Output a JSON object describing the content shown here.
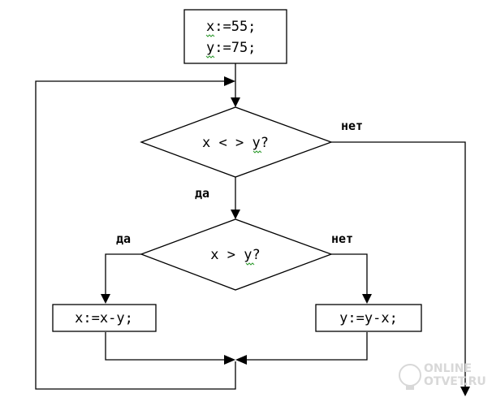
{
  "flowchart": {
    "init": {
      "line1": "x:=55;",
      "line2": "y:=75;"
    },
    "decision_main": {
      "text": "x < > y?",
      "yes_label": "да",
      "no_label": "нет"
    },
    "decision_compare": {
      "text": "x > y?",
      "yes_label": "да",
      "no_label": "нет"
    },
    "op_left": {
      "text": "x:=x-y;"
    },
    "op_right": {
      "text": "y:=y-x;"
    }
  },
  "watermark": {
    "line1": "ONLINE",
    "line2": "OTVET.RU"
  },
  "colors": {
    "stroke": "#000000",
    "background": "#ffffff",
    "spellcheck_underline": "#2e9a2e",
    "watermark": "#d8d8d8"
  }
}
